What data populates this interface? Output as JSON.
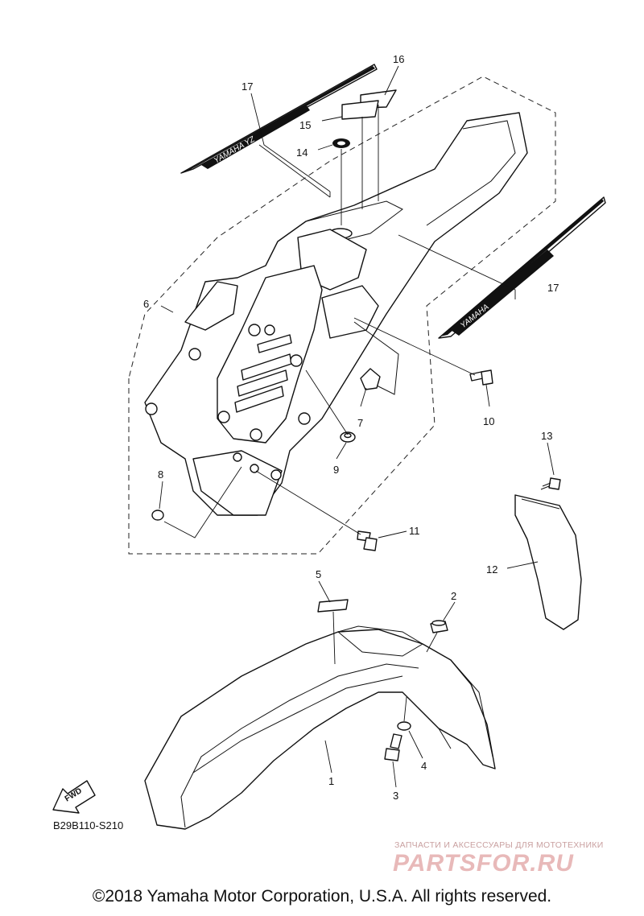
{
  "diagram": {
    "code": "B29B110-S210",
    "fwd_label": "FWD",
    "callouts": [
      "1",
      "2",
      "3",
      "4",
      "5",
      "6",
      "7",
      "8",
      "9",
      "10",
      "11",
      "12",
      "13",
      "14",
      "15",
      "16",
      "17",
      "17"
    ]
  },
  "watermark": {
    "subtitle": "ЗАПЧАСТИ И АКСЕССУАРЫ ДЛЯ МОТОТЕХНИКИ",
    "brand": "PARTSFOR.RU"
  },
  "footer": {
    "copyright": "©2018 Yamaha Motor Corporation, U.S.A. All rights reserved."
  }
}
